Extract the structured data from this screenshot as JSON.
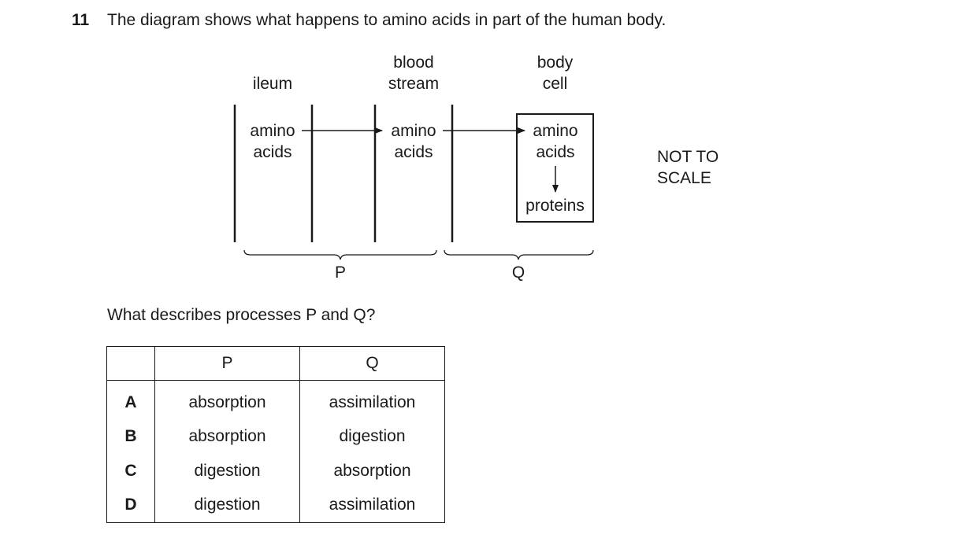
{
  "question": {
    "number": "11",
    "text": "The diagram shows what happens to amino acids in part of the human body."
  },
  "diagram": {
    "region_labels": {
      "ileum": "ileum",
      "blood_stream_line1": "blood",
      "blood_stream_line2": "stream",
      "body_cell_line1": "body",
      "body_cell_line2": "cell"
    },
    "nodes": {
      "ileum_amino_line1": "amino",
      "ileum_amino_line2": "acids",
      "blood_amino_line1": "amino",
      "blood_amino_line2": "acids",
      "cell_amino_line1": "amino",
      "cell_amino_line2": "acids",
      "proteins": "proteins"
    },
    "process_labels": {
      "p": "P",
      "q": "Q"
    },
    "scale_note_line1": "NOT TO",
    "scale_note_line2": "SCALE"
  },
  "prompt": "What describes processes P and Q?",
  "options_table": {
    "headers": [
      "",
      "P",
      "Q"
    ],
    "rows": [
      {
        "letter": "A",
        "p": "absorption",
        "q": "assimilation"
      },
      {
        "letter": "B",
        "p": "absorption",
        "q": "digestion"
      },
      {
        "letter": "C",
        "p": "digestion",
        "q": "absorption"
      },
      {
        "letter": "D",
        "p": "digestion",
        "q": "assimilation"
      }
    ]
  }
}
